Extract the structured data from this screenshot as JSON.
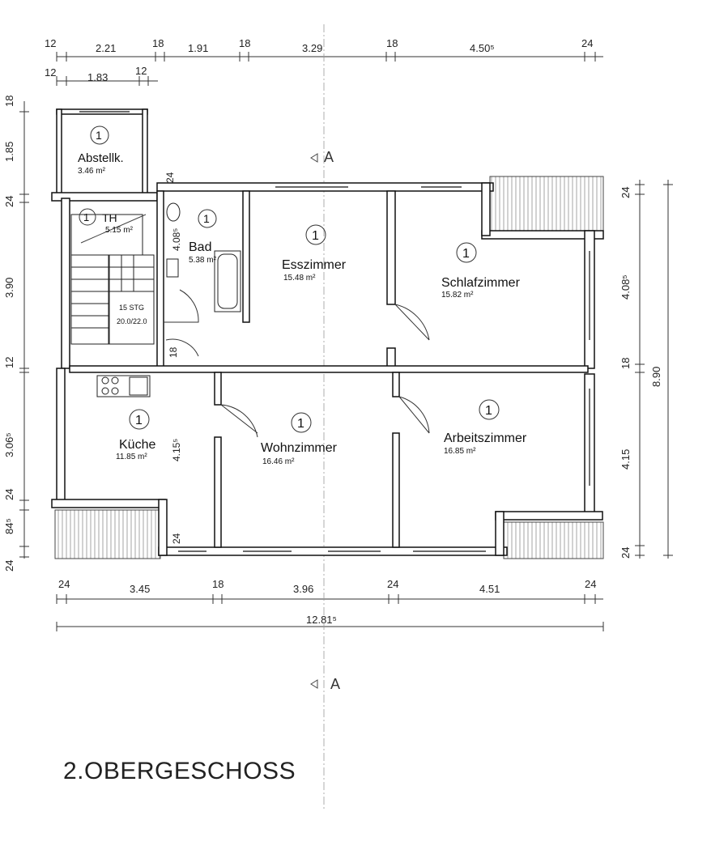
{
  "dimensions": {
    "top_row1": [
      "12",
      "2.21",
      "18",
      "1.91",
      "18",
      "3.29",
      "18",
      "4.50⁵",
      "24"
    ],
    "top_row2": [
      "12",
      "1.83",
      "12"
    ],
    "left": [
      "18",
      "1.85",
      "24",
      "3.90",
      "12",
      "3.06⁵",
      "24",
      "84⁵",
      "24"
    ],
    "right": [
      "24",
      "4.08⁵",
      "18",
      "8.90",
      "4.15",
      "24"
    ],
    "bottom_row1": [
      "24",
      "3.45",
      "18",
      "3.96",
      "24",
      "4.51",
      "24"
    ],
    "bottom_total": "12.81⁵",
    "inner": {
      "bad_top_wall": "24",
      "bad_height": "4.08⁵",
      "bath_wall": "18",
      "kuche_height": "4.15⁵",
      "kuche_wall": "24"
    }
  },
  "section": {
    "top": "A",
    "bottom": "A"
  },
  "rooms": [
    {
      "id": "abstellk",
      "number": "1",
      "name": "Abstellk.",
      "area": "3.46 m²"
    },
    {
      "id": "th",
      "number": "1",
      "name": "TH",
      "area": "5.15 m²"
    },
    {
      "id": "bad",
      "number": "1",
      "name": "Bad",
      "area": "5.38 m²"
    },
    {
      "id": "esszimmer",
      "number": "1",
      "name": "Esszimmer",
      "area": "15.48 m²"
    },
    {
      "id": "schlafzimmer",
      "number": "1",
      "name": "Schlafzimmer",
      "area": "15.82 m²"
    },
    {
      "id": "kuche",
      "number": "1",
      "name": "Küche",
      "area": "11.85 m²"
    },
    {
      "id": "wohnzimmer",
      "number": "1",
      "name": "Wohnzimmer",
      "area": "16.46 m²"
    },
    {
      "id": "arbeitszimmer",
      "number": "1",
      "name": "Arbeitszimmer",
      "area": "16.85 m²"
    }
  ],
  "stairs": {
    "steps": "15 STG",
    "ratio": "20.0/22.0"
  },
  "floor_title": "2.OBERGESCHOSS"
}
